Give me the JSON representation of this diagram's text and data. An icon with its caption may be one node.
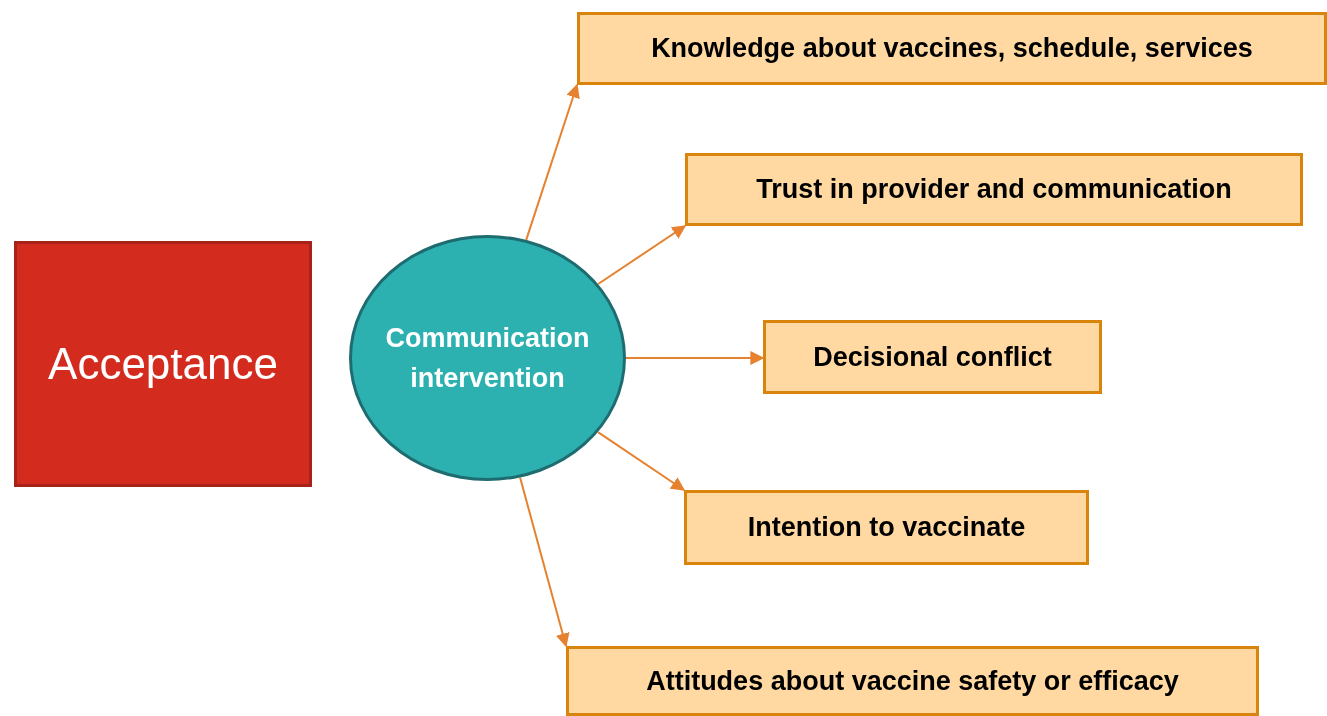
{
  "diagram": {
    "nodes": [
      {
        "text": [
          "Acceptance"
        ]
      },
      {
        "text": [
          "Communication intervention"
        ]
      },
      {
        "text": [
          "Knowledge about vaccines, schedule, services"
        ]
      },
      {
        "text": [
          "Trust in provider and communication"
        ]
      },
      {
        "text": [
          "Decisional conflict"
        ]
      },
      {
        "text": [
          "Intention to vaccinate"
        ]
      },
      {
        "text": [
          "Attitudes about vaccine safety or efficacy"
        ]
      }
    ],
    "edges": [
      {
        "from": 1,
        "to": 2,
        "arrow": "to"
      },
      {
        "from": 1,
        "to": 3,
        "arrow": "to"
      },
      {
        "from": 1,
        "to": 4,
        "arrow": "to"
      },
      {
        "from": 1,
        "to": 5,
        "arrow": "to"
      },
      {
        "from": 1,
        "to": 6,
        "arrow": "to"
      }
    ]
  }
}
